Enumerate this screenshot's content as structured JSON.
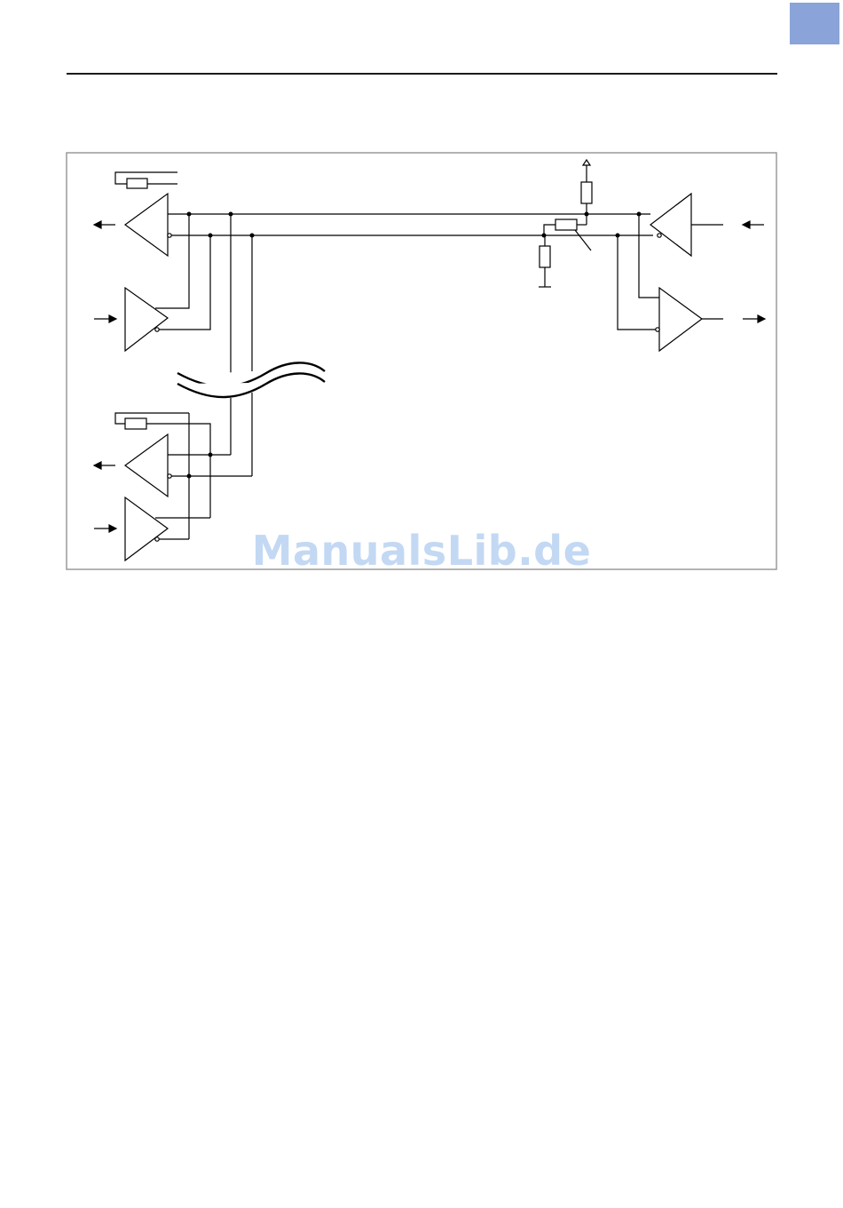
{
  "page": {
    "tab_color": "#8aa3d8",
    "rule_color": "#1a1a1a"
  },
  "diagram": {
    "description_components": [
      "transceiver-top-driver",
      "transceiver-top-receiver",
      "transceiver-bottom-driver",
      "transceiver-bottom-receiver",
      "terminating-resistor",
      "bias-resistor-up",
      "bias-resistor-down",
      "right-driver",
      "right-receiver",
      "cable-break"
    ],
    "line_color": "#000000",
    "border_color": "#9a9a9a"
  },
  "watermark": {
    "text": "ManualsLib.de",
    "color": "#b9d2f2"
  }
}
